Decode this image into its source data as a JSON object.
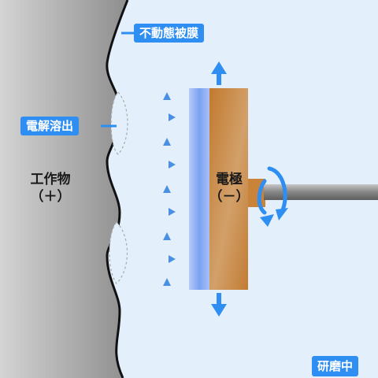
{
  "labels": {
    "passive_film": "不動態被膜",
    "electrolytic_dissolution": "電解溶出",
    "workpiece": "工作物",
    "workpiece_polarity": "（＋）",
    "electrode": "電極",
    "electrode_polarity": "（－）",
    "status": "研磨中"
  },
  "colors": {
    "background": "#e3f0fb",
    "workpiece_light": "#d2d2d2",
    "workpiece_dark": "#9a9a9a",
    "film": "#111111",
    "callout": "#2f8ef2",
    "pad": "#8fb0f5",
    "electrode": "#c9843a",
    "arrow": "#2f8ef2",
    "shaft": "#888888"
  },
  "icons": {
    "rotation": "rotation-arrow-icon",
    "motion_up": "arrow-up-icon",
    "motion_down": "arrow-down-icon",
    "ion": "triangle-ion-icon"
  }
}
